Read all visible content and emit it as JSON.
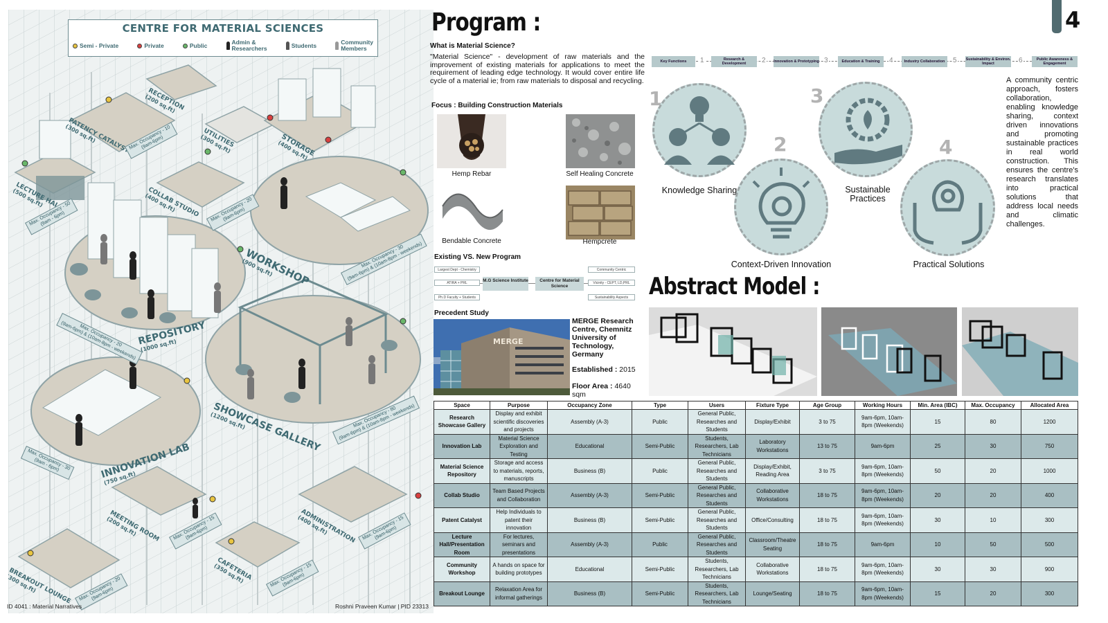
{
  "poster": {
    "title": "CENTRE FOR MATERIAL SCIENCES",
    "legend": [
      {
        "label": "Semi - Private",
        "sub": "",
        "icon": "yellow-pin",
        "color": "#e8c440"
      },
      {
        "label": "Private",
        "sub": "",
        "icon": "red-pin",
        "color": "#d84040"
      },
      {
        "label": "Public",
        "sub": "",
        "icon": "green-pin",
        "color": "#6ab76a"
      },
      {
        "label": "Admin &",
        "sub": "Researchers",
        "icon": "person-dark",
        "color": "#222222"
      },
      {
        "label": "Students",
        "sub": "",
        "icon": "person-mid",
        "color": "#555555"
      },
      {
        "label": "Community",
        "sub": "Members",
        "icon": "person-light",
        "color": "#999999"
      }
    ],
    "rooms": {
      "reception": {
        "name": "RECEPTION",
        "area": "(200 sq.ft)"
      },
      "patency": {
        "name": "PATENCY CATALYST",
        "area": "(300 sq.ft)",
        "occupancy": "Max. Occupancy - 10",
        "hours": "(9am-6pm)"
      },
      "utilities": {
        "name": "UTILITIES",
        "area": "(300 sq.ft)"
      },
      "storage": {
        "name": "STORAGE",
        "area": "(400 sq.ft)"
      },
      "lecture": {
        "name": "LECTURE HALL",
        "area": "(500 sq.ft)",
        "occupancy": "Max. Occupancy - 50",
        "hours": "(9am - 6pm)"
      },
      "collab": {
        "name": "COLLAB STUDIO",
        "area": "(400 sq.ft)",
        "occupancy": "Max. Occupancy - 20",
        "hours": "(9am-6pm)"
      },
      "workshop": {
        "name": "WORKSHOP",
        "area": "(900 sq.ft)",
        "occupancy": "Max. Occupancy - 30",
        "hours": "(9am-6pm) & (10am-8pm - weekends)"
      },
      "repository": {
        "name": "REPOSITORY",
        "area": "(1000 sq.ft)",
        "occupancy": "Max. Occupancy - 20",
        "hours": "(9am-6pm) & (10am-8pm - weekends)"
      },
      "showcase": {
        "name": "SHOWCASE GALLERY",
        "area": "(1200 sq.ft)",
        "occupancy": "Max. Occupancy - 80",
        "hours": "(9am-6pm) & (10am-8pm - weekends)"
      },
      "innovation": {
        "name": "INNOVATION LAB",
        "area": "(750 sq.ft)",
        "occupancy": "Max. Occupancy - 30",
        "hours": "(9am - 6pm)"
      },
      "meeting": {
        "name": "MEETING ROOM",
        "area": "(200 sq.ft)",
        "occupancy": "Max. Occupancy - 15",
        "hours": "(9am-6pm)"
      },
      "administration": {
        "name": "ADMINISTRATION",
        "area": "(400 sq.ft)",
        "occupancy": "Max. Occupancy - 15",
        "hours": "(9am-6pm)"
      },
      "cafeteria": {
        "name": "CAFETERIA",
        "area": "(350 sq.ft)",
        "occupancy": "Max. Occupancy - 15",
        "hours": "(9am-6pm)"
      },
      "breakout": {
        "name": "BREAKOUT LOUNGE",
        "area": "(300 sq.ft)",
        "occupancy": "Max. Occupancy - 20",
        "hours": "(9am-6pm)"
      }
    },
    "footer_left": "ID 4041 : Material Narratives",
    "footer_right": "Roshni Praveen Kumar | PID 23313"
  },
  "page_number": "4",
  "program": {
    "heading": "Program :",
    "what_heading": "What is Material Science?",
    "what_text": "\"Material Science\" - development of raw materials and the improvement of existing materials for applications to meet the requirement of leading edge technology. It would cover entire life cycle of a material ie; from raw materials to disposal and recycling.",
    "focus_heading": "Focus : Building Construction Materials",
    "materials": [
      "Hemp Rebar",
      "Self Healing Concrete",
      "Bendable Concrete",
      "Hempcrete"
    ],
    "existing_heading": "Existing VS. New Program",
    "existing": {
      "left": [
        "Largest Dept - Chemistry",
        "ATIRA + PRL",
        "Ph.D Faculty + Students"
      ],
      "center_left": "M.G Science Institute",
      "center_right": "Centre for Material Science",
      "right": [
        "Community Centric",
        "Vicinity - CEPT, LD,PRL",
        "Sustainability Aspects"
      ]
    },
    "precedent_heading": "Precedent Study",
    "precedent": {
      "name": "MERGE Research Centre, Chemnitz University of Technology, Germany",
      "established_label": "Established :",
      "established_value": "2015",
      "floor_label": "Floor Area :",
      "floor_value": "4640 sqm",
      "sign_text": "MERGE"
    }
  },
  "key_functions": {
    "items": [
      "Key Functions",
      "Research & Development",
      "Innovation & Prototyping",
      "Education & Training",
      "Industry Collaboration",
      "Sustainability & Environ. Impact",
      "Public Awareness & Engagement"
    ],
    "numbers": [
      "1",
      "2",
      "3",
      "4",
      "5",
      "6"
    ]
  },
  "approach": {
    "circles": [
      {
        "num": "1",
        "caption": "Knowledge Sharing",
        "icon": "lightbulb-people-icon"
      },
      {
        "num": "2",
        "caption": "Context-Driven Innovation",
        "icon": "lightbulb-gear-icon"
      },
      {
        "num": "3",
        "caption": "Sustainable Practices",
        "icon": "hand-gear-leaf-icon"
      },
      {
        "num": "4",
        "caption": "Practical Solutions",
        "icon": "hands-lightbulb-icon"
      }
    ],
    "text": "A community centric approach, fosters collaboration, enabling knowledge sharing, context driven innovations and promoting sustainable practices in real world construction. This ensures the centre's research translates into practical solutions that address local needs and climatic challenges."
  },
  "abstract_heading": "Abstract Model :",
  "table": {
    "headers": [
      "Space",
      "Purpose",
      "Occupancy Zone",
      "Type",
      "Users",
      "Fixture Type",
      "Age Group",
      "Working Hours",
      "Min. Area (IBC)",
      "Max. Occupancy",
      "Allocated Area"
    ],
    "rows": [
      [
        "Research Showcase Gallery",
        "Display and exhibit scientific discoveries and projects",
        "Assembly (A-3)",
        "Public",
        "General Public, Researches and Students",
        "Display/Exhibit",
        "3 to 75",
        "9am-6pm, 10am-8pm (Weekends)",
        "15",
        "80",
        "1200"
      ],
      [
        "Innovation Lab",
        "Material Science Exploration and Testing",
        "Educational",
        "Semi-Public",
        "Students, Researchers, Lab Technicians",
        "Laboratory Workstations",
        "13 to 75",
        "9am-6pm",
        "25",
        "30",
        "750"
      ],
      [
        "Material Science Repository",
        "Storage and access to materials, reports, manuscripts",
        "Business (B)",
        "Public",
        "General Public, Researches and Students",
        "Display/Exhibit, Reading Area",
        "3 to 75",
        "9am-6pm, 10am-8pm (Weekends)",
        "50",
        "20",
        "1000"
      ],
      [
        "Collab Studio",
        "Team Based Projects and Collaboration",
        "Assembly (A-3)",
        "Semi-Public",
        "General Public, Researches and Students",
        "Collaborative Workstations",
        "18 to 75",
        "9am-6pm, 10am-8pm (Weekends)",
        "20",
        "20",
        "400"
      ],
      [
        "Patent Catalyst",
        "Help Individuals to patent their innovation",
        "Business (B)",
        "Semi-Public",
        "General Public, Researches and Students",
        "Office/Consulting",
        "18 to 75",
        "9am-6pm, 10am-8pm (Weekends)",
        "30",
        "10",
        "300"
      ],
      [
        "Lecture Hall/Presentation Room",
        "For lectures, seminars and presentations",
        "Assembly (A-3)",
        "Public",
        "General Public, Researches and Students",
        "Classroom/Theatre Seating",
        "18 to 75",
        "9am-6pm",
        "10",
        "50",
        "500"
      ],
      [
        "Community Workshop",
        "A hands on space for building prototypes",
        "Educational",
        "Semi-Public",
        "Students, Researchers, Lab Technicians",
        "Collaborative Workstations",
        "18 to 75",
        "9am-6pm, 10am-8pm (Weekends)",
        "30",
        "30",
        "900"
      ],
      [
        "Breakout Lounge",
        "Relaxation Area for informal gatherings",
        "Business (B)",
        "Semi-Public",
        "Students, Researchers, Lab Technicians",
        "Lounge/Seating",
        "18 to 75",
        "9am-6pm, 10am-8pm (Weekends)",
        "15",
        "20",
        "300"
      ]
    ]
  },
  "colors": {
    "accent": "#3f6a72",
    "circle_fill": "#c8dbdb",
    "row_light": "#dce9ea",
    "row_dark": "#a9bfc3"
  }
}
